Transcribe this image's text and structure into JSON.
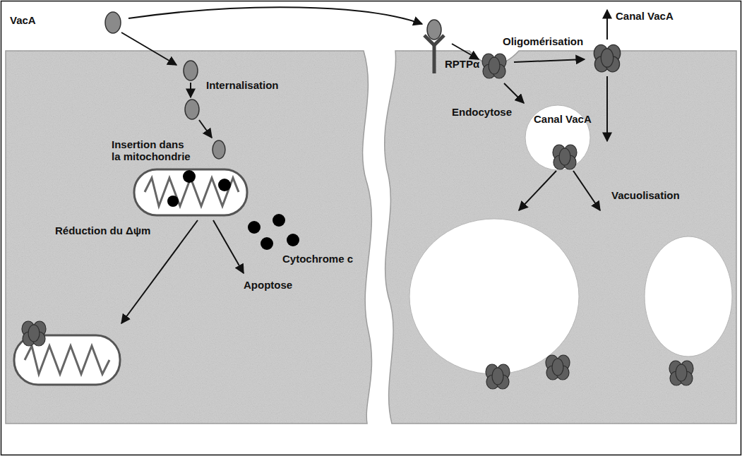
{
  "diagram": {
    "labels": [
      "VacA",
      "Internalisation",
      "Insertion dans la mitochondrie",
      "Réduction du Δψm",
      "Cytochrome c",
      "Apoptose",
      "RPTPα",
      "Oligomérisation",
      "Canal VacA",
      "Endocytose",
      "Canal VacA",
      "Vacuolisation"
    ]
  }
}
